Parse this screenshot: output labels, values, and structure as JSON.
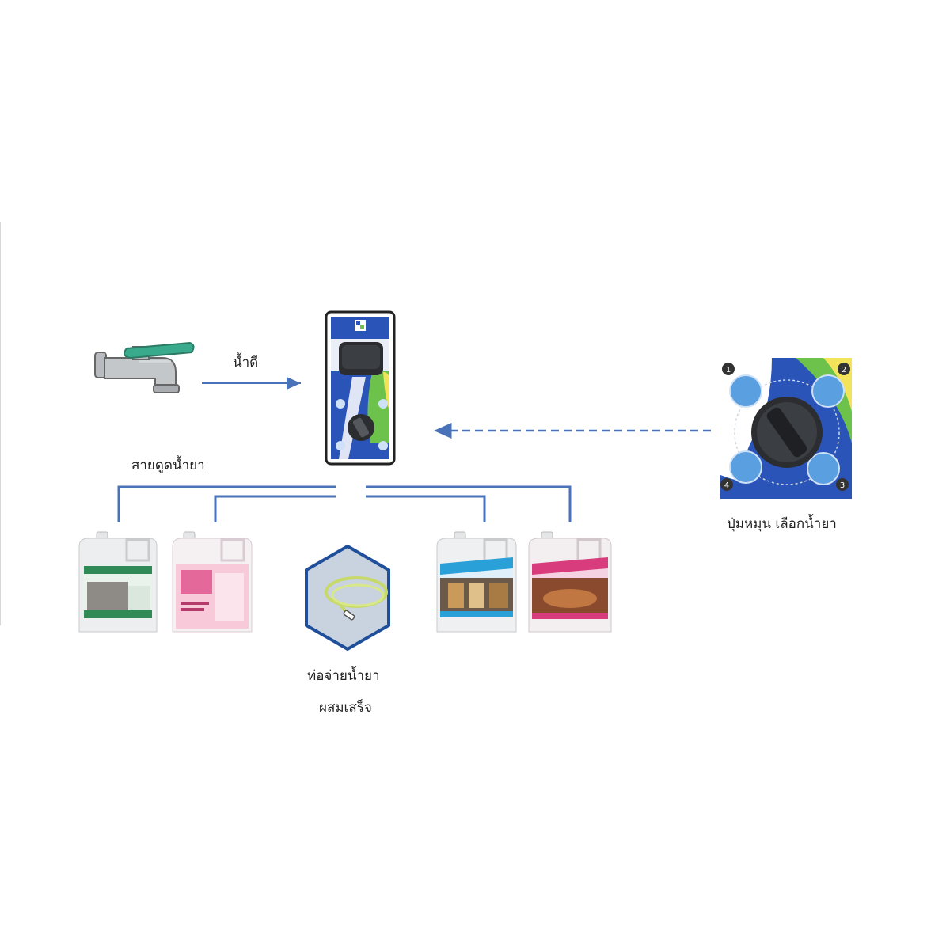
{
  "labels": {
    "good_water": "น้ำดี",
    "suction_hose": "สายดูดน้ำยา",
    "selector_knob": "ปุ่มหมุน เลือกน้ำยา",
    "outlet_line1": "ท่อจ่ายน้ำยา",
    "outlet_line2": "ผสมเสร็จ"
  },
  "knob_positions": [
    "1",
    "2",
    "3",
    "4"
  ],
  "bottles": [
    {
      "accent": "#2f8a55",
      "label_color": "#e9f3ec"
    },
    {
      "accent": "#e0508a",
      "label_color": "#f7c9d9"
    },
    {
      "accent": "#2aa0d8",
      "label_color": "#dff0fa"
    },
    {
      "accent": "#d83c7c",
      "label_color": "#f5d2e1"
    }
  ],
  "colors": {
    "connector": "#4a72b8",
    "faucet_handle": "#3aaa8c",
    "faucet_body": "#b8bcc0",
    "dispenser_blue": "#2a54b8",
    "dispenser_green": "#6cc24a",
    "hexagon_fill": "#c9d3df",
    "hexagon_stroke": "#1f4e9a"
  }
}
